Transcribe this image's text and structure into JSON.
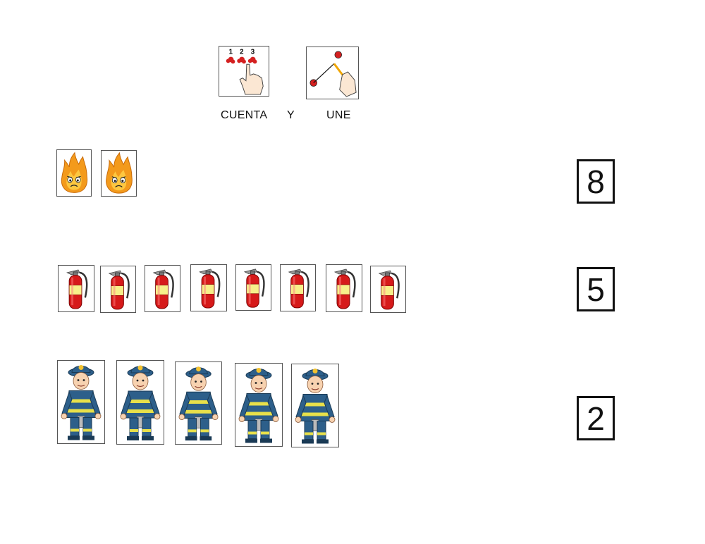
{
  "instructions": {
    "count_label": "CUENTA",
    "and_label": "Y",
    "join_label": "UNE",
    "count_pictogram_digits": [
      "1",
      "2",
      "3"
    ]
  },
  "rows": [
    {
      "item": "fire",
      "count": 2
    },
    {
      "item": "fire-extinguisher",
      "count": 8
    },
    {
      "item": "firefighter",
      "count": 5
    }
  ],
  "numbers": [
    "8",
    "5",
    "2"
  ],
  "colors": {
    "flame": "#f39a1c",
    "flame_inner": "#ffd24a",
    "extinguisher_red": "#d61a1a",
    "extinguisher_band": "#f7f08a",
    "firefighter_blue": "#2d5f8a",
    "firefighter_stripe": "#e8e04a",
    "dot_red": "#d42020"
  }
}
